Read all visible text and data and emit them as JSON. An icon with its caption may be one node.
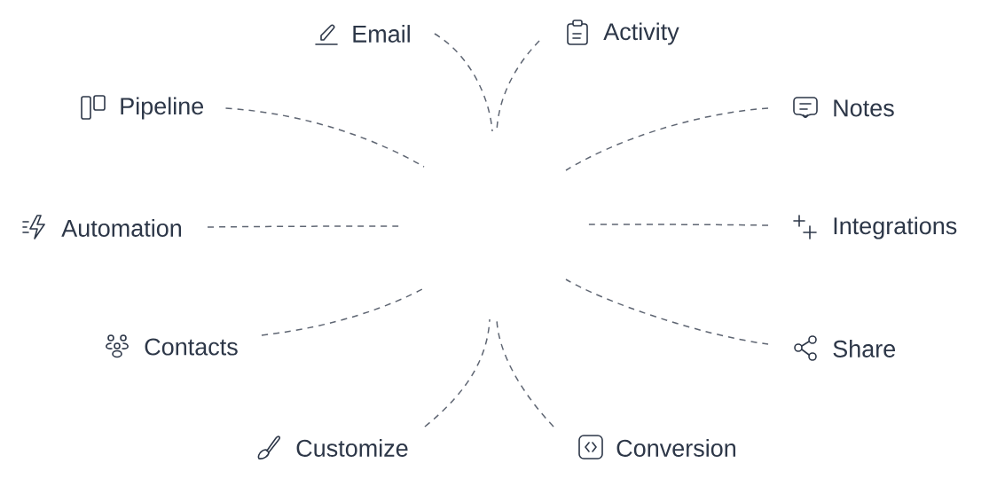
{
  "diagram": {
    "nodes": [
      {
        "text": [
          "Email"
        ]
      },
      {
        "text": [
          "Activity"
        ]
      },
      {
        "text": [
          "Pipeline"
        ]
      },
      {
        "text": [
          "Notes"
        ]
      },
      {
        "text": [
          "Automation"
        ]
      },
      {
        "text": [
          "Integrations"
        ]
      },
      {
        "text": [
          "Contacts"
        ]
      },
      {
        "text": [
          "Share"
        ]
      },
      {
        "text": [
          "Customize"
        ]
      },
      {
        "text": [
          "Conversion"
        ]
      }
    ],
    "edges": [
      {
        "from": 0,
        "to": null,
        "arrow": "none",
        "style": "dashed"
      },
      {
        "from": 1,
        "to": null,
        "arrow": "none",
        "style": "dashed"
      },
      {
        "from": 2,
        "to": null,
        "arrow": "none",
        "style": "dashed"
      },
      {
        "from": 3,
        "to": null,
        "arrow": "none",
        "style": "dashed"
      },
      {
        "from": 4,
        "to": null,
        "arrow": "none",
        "style": "dashed"
      },
      {
        "from": 5,
        "to": null,
        "arrow": "none",
        "style": "dashed"
      },
      {
        "from": 6,
        "to": null,
        "arrow": "none",
        "style": "dashed"
      },
      {
        "from": 7,
        "to": null,
        "arrow": "none",
        "style": "dashed"
      },
      {
        "from": 8,
        "to": null,
        "arrow": "none",
        "style": "dashed"
      },
      {
        "from": 9,
        "to": null,
        "arrow": "none",
        "style": "dashed"
      }
    ]
  }
}
